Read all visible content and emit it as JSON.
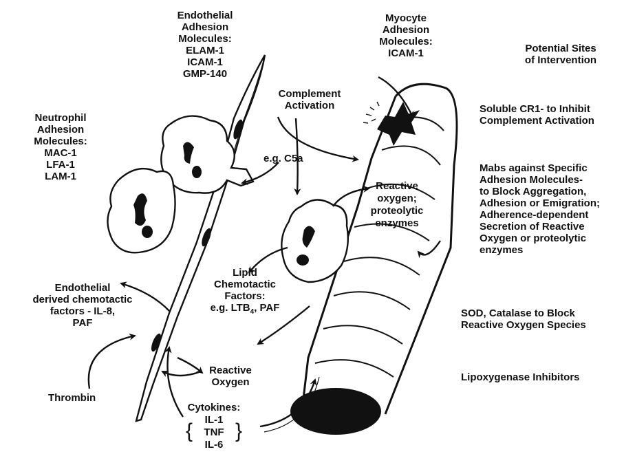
{
  "endothelial_adhesion": {
    "lines": [
      "Endothelial",
      "Adhesion",
      "Molecules:",
      "ELAM-1",
      "ICAM-1",
      "GMP-140"
    ]
  },
  "myocyte_adhesion": {
    "lines": [
      "Myocyte",
      "Adhesion",
      "Molecules:",
      "ICAM-1"
    ]
  },
  "neutrophil_adhesion": {
    "lines": [
      "Neutrophil",
      "Adhesion",
      "Molecules:",
      "MAC-1",
      "LFA-1",
      "LAM-1"
    ]
  },
  "complement": {
    "lines": [
      "Complement",
      "Activation"
    ]
  },
  "c5a": {
    "text": "e.g. C5a"
  },
  "reactive_proteolytic": {
    "lines": [
      "Reactive",
      "oxygen;",
      "proteolytic",
      "enzymes"
    ]
  },
  "lipid": {
    "lines": [
      "Lipid",
      "Chemotactic",
      "Factors:"
    ],
    "last_prefix": "e.g. LTB",
    "last_subscript": "4",
    "last_suffix": ", PAF"
  },
  "endothelial_derived": {
    "lines": [
      "Endothelial",
      "derived chemotactic",
      "factors - IL-8,",
      "PAF"
    ]
  },
  "reactive_oxygen": {
    "lines": [
      "Reactive",
      "Oxygen"
    ]
  },
  "thrombin": {
    "text": "Thrombin"
  },
  "cytokines": {
    "title": "Cytokines:",
    "items": [
      "IL-1",
      "TNF",
      "IL-6"
    ]
  },
  "interventions": {
    "title_lines": [
      "Potential Sites",
      "of Intervention"
    ],
    "cr1_lines": [
      "Soluble CR1- to Inhibit",
      "Complement Activation"
    ],
    "mabs_lines": [
      "Mabs against Specific",
      "Adhesion Molecules-",
      "to Block Aggregation,",
      "Adhesion or Emigration;",
      "Adherence-dependent",
      "Secretion of Reactive",
      "Oxygen or proteolytic",
      "enzymes"
    ],
    "sod_lines": [
      "SOD, Catalase to Block",
      "Reactive Oxygen Species"
    ],
    "lipox_text": "Lipoxygenase Inhibitors"
  }
}
